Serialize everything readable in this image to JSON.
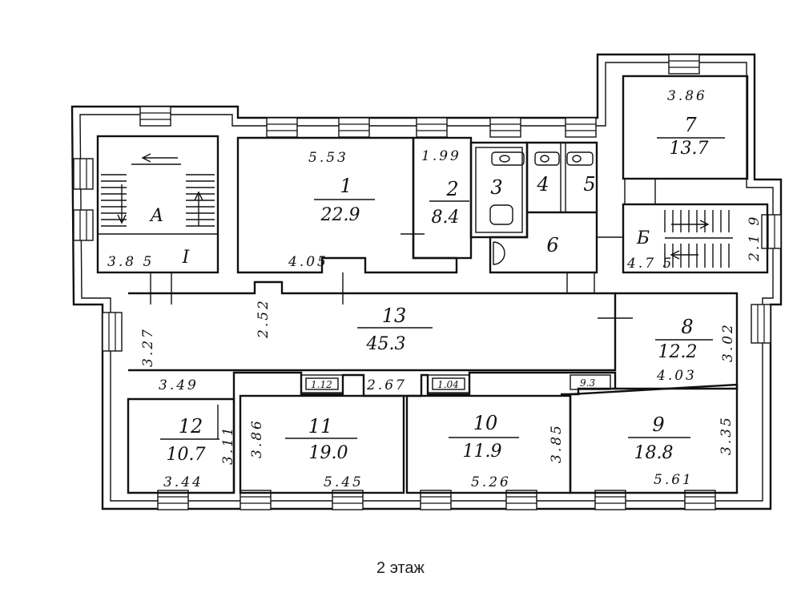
{
  "caption": "2 этаж",
  "stair_A": {
    "label": "А",
    "dim": "3.8 5",
    "roman": "I"
  },
  "stair_B": {
    "label": "Б",
    "dim": "4.7 5",
    "side": "2.1 9"
  },
  "rooms": [
    {
      "num": "1",
      "area": "22.9",
      "dim_top": "5.53",
      "dim_bottom": "4.05"
    },
    {
      "num": "2",
      "area": "8.4",
      "dim_top": "1.99"
    },
    {
      "num": "3"
    },
    {
      "num": "4"
    },
    {
      "num": "5"
    },
    {
      "num": "6"
    },
    {
      "num": "7",
      "area": "13.7",
      "dim_top": "3.86"
    },
    {
      "num": "8",
      "area": "12.2",
      "dim_side": "3.02",
      "dim_bottom": "4.03"
    },
    {
      "num": "9",
      "area": "18.8",
      "dim_side": "3.35",
      "dim_bottom": "5.61"
    },
    {
      "num": "10",
      "area": "11.9",
      "dim_side": "3.85",
      "dim_bottom": "5.26"
    },
    {
      "num": "11",
      "area": "19.0",
      "dim_side": "3.86",
      "dim_bottom": "5.45"
    },
    {
      "num": "12",
      "area": "10.7",
      "dim_side": "3.11",
      "dim_bottom": "3.44"
    },
    {
      "num": "13",
      "area": "45.3",
      "dim_left": "3.27",
      "dim_mid": "2.52",
      "dim_bottom_left": "3.49",
      "dim_bottom_mid": "2.67"
    }
  ],
  "niches": [
    "1.12",
    "1.04",
    "9.3"
  ]
}
